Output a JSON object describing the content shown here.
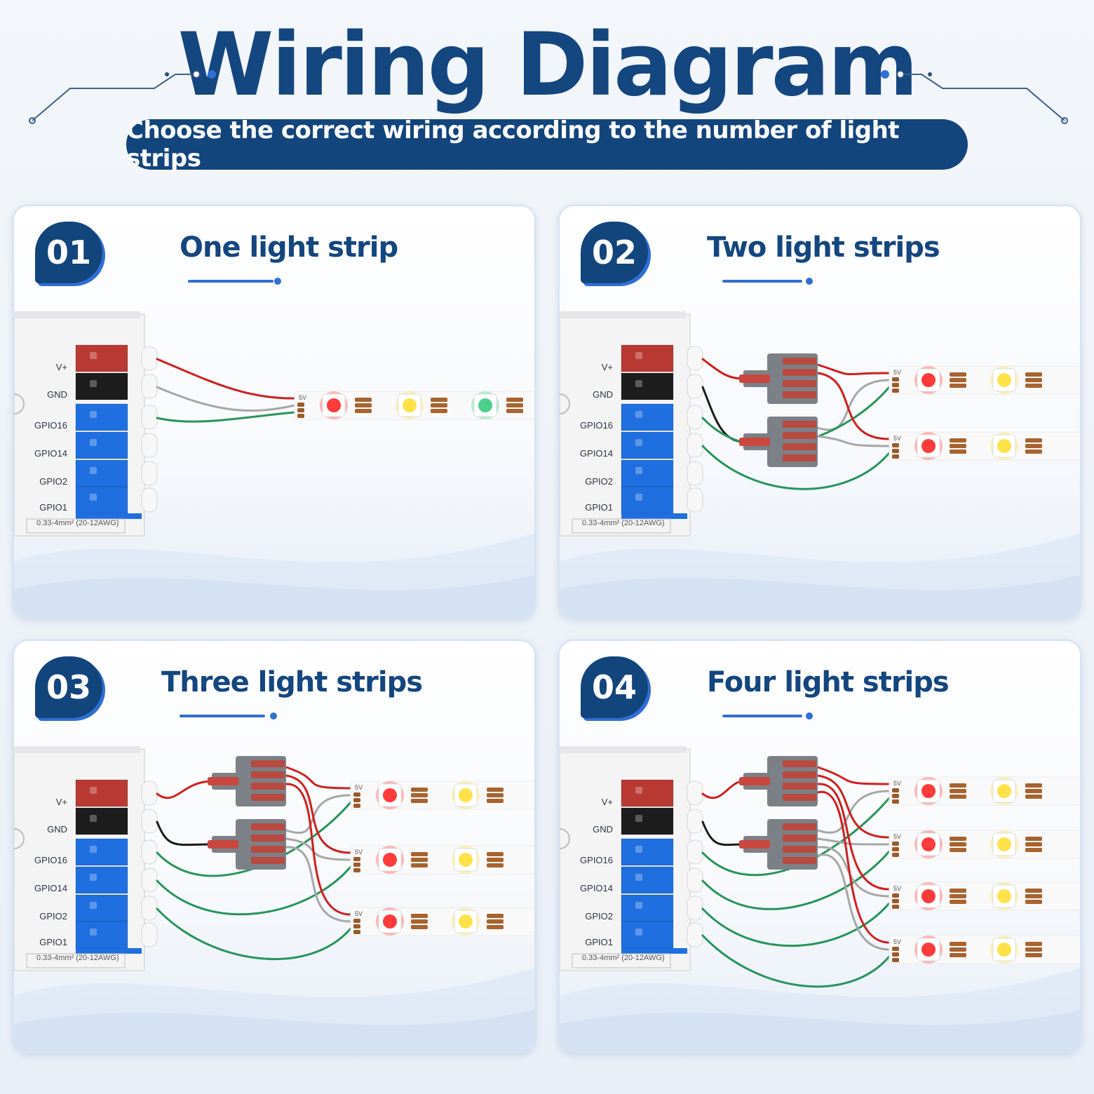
{
  "header": {
    "title": "Wiring Diagram",
    "subtitle": "Choose the correct wiring according to the number of light strips"
  },
  "colors": {
    "navy": "#13457d",
    "accent_blue": "#2f6fd4",
    "wire_red": "#d21f1f",
    "wire_black": "#1a1a1a",
    "wire_green": "#27955a",
    "wire_grey": "#a6a6a6",
    "terminal_red": "#b83a33",
    "terminal_black": "#1d1d1d",
    "terminal_blue": "#1f6fe0",
    "connector_grey": "#7c8087"
  },
  "terminal_labels": [
    "V+",
    "GND",
    "GPIO16",
    "GPIO14",
    "GPIO2",
    "GPIO1"
  ],
  "wire_spec": "0.33-4mm² (20-12AWG)",
  "panels": [
    {
      "number": "01",
      "title": "One light strip",
      "strips": 1
    },
    {
      "number": "02",
      "title": "Two light strips",
      "strips": 2
    },
    {
      "number": "03",
      "title": "Three light strips",
      "strips": 3
    },
    {
      "number": "04",
      "title": "Four light strips",
      "strips": 4
    }
  ]
}
